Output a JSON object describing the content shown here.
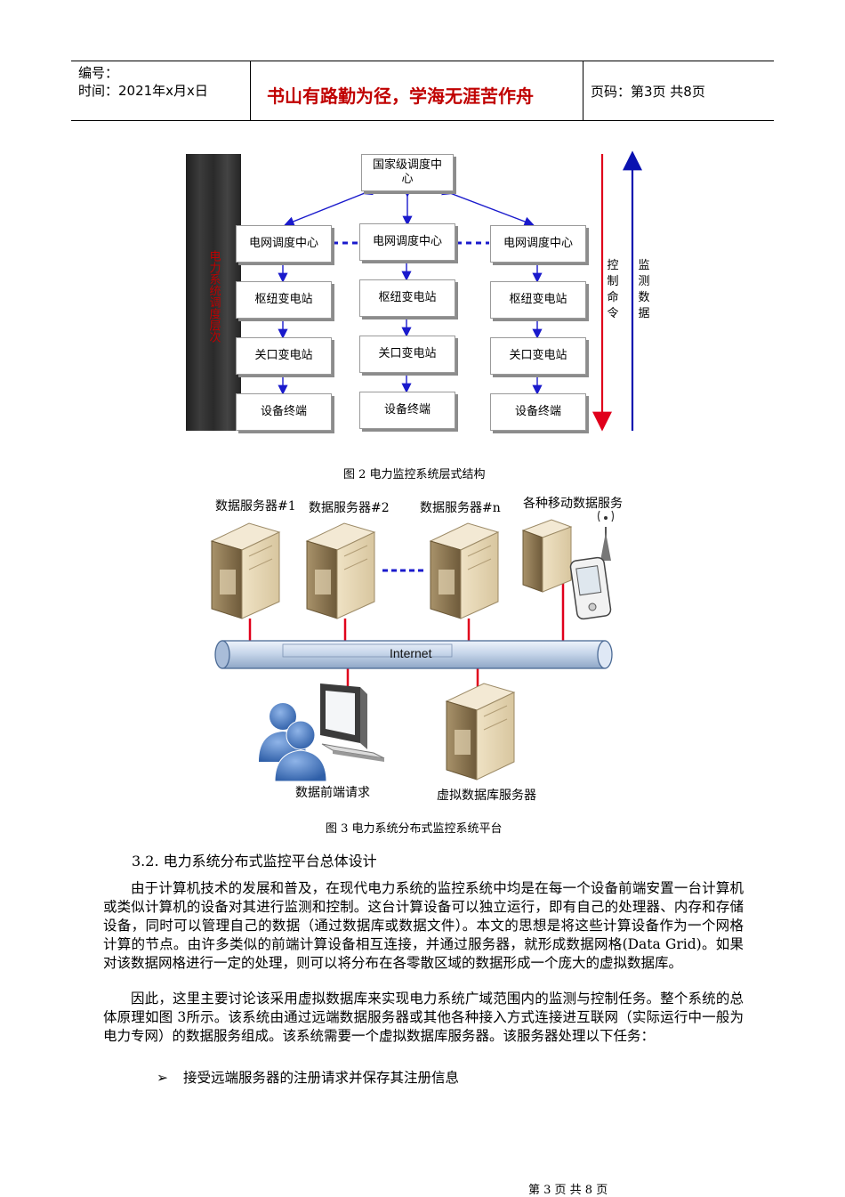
{
  "header": {
    "number_label": "编号：",
    "time_label": "时间：2021年x月x日",
    "motto": "书山有路勤为径，学海无涯苦作舟",
    "page_info": "页码：第3页  共8页"
  },
  "figure2": {
    "side_label": "电力系统调度层次",
    "top_node": "国家级调度中心",
    "columns": [
      {
        "grid": "电网调度中心",
        "hub": "枢纽变电站",
        "gateway": "关口变电站",
        "terminal": "设备终端"
      },
      {
        "grid": "电网调度中心",
        "hub": "枢纽变电站",
        "gateway": "关口变电站",
        "terminal": "设备终端"
      },
      {
        "grid": "电网调度中心",
        "hub": "枢纽变电站",
        "gateway": "关口变电站",
        "terminal": "设备终端"
      }
    ],
    "control_label": "控制命令",
    "monitor_label": "监测数据",
    "caption": "图 2 电力监控系统层式结构",
    "colors": {
      "control_arrow": "#e0001b",
      "monitor_arrow": "#0a12b0",
      "connector": "#1a1acc"
    }
  },
  "figure3": {
    "servers": [
      "数据服务器#1",
      "数据服务器#2",
      "数据服务器#n"
    ],
    "mobile_label": "各种移动数据服务",
    "network_label": "Internet",
    "client_label": "数据前端请求",
    "virtual_db_label": "虚拟数据库服务器",
    "caption": "图 3 电力系统分布式监控系统平台",
    "icons": [
      "server-icon",
      "mobile-server-icon",
      "antenna-icon",
      "pda-icon",
      "users-icon",
      "monitor-icon"
    ]
  },
  "section": {
    "heading": "3.2. 电力系统分布式监控平台总体设计",
    "paragraphs": [
      "由于计算机技术的发展和普及，在现代电力系统的监控系统中均是在每一个设备前端安置一台计算机或类似计算机的设备对其进行监测和控制。这台计算设备可以独立运行，即有自己的处理器、内存和存储设备，同时可以管理自己的数据（通过数据库或数据文件）。本文的思想是将这些计算设备作为一个网格计算的节点。由许多类似的前端计算设备相互连接，并通过服务器，就形成数据网格(Data Grid)。如果对该数据网格进行一定的处理，则可以将分布在各零散区域的数据形成一个庞大的虚拟数据库。",
      "因此，这里主要讨论该采用虚拟数据库来实现电力系统广域范围内的监测与控制任务。整个系统的总体原理如图 3所示。该系统由通过远端数据服务器或其他各种接入方式连接进互联网（实际运行中一般为电力专网）的数据服务组成。该系统需要一个虚拟数据库服务器。该服务器处理以下任务："
    ],
    "bullet_symbol": "➢",
    "bullets": [
      "接受远端服务器的注册请求并保存其注册信息"
    ]
  },
  "footer": {
    "page_text": "第 3 页 共 8 页"
  }
}
